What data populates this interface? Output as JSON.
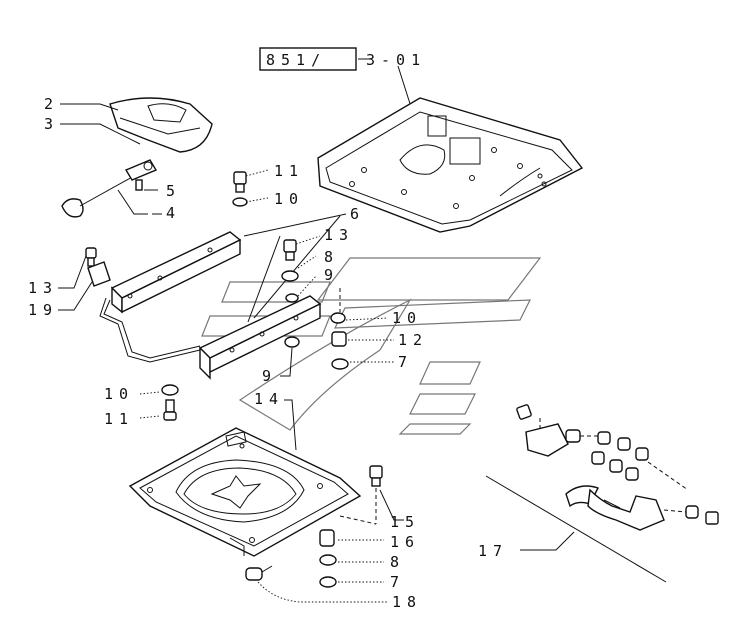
{
  "ref_box": "851/",
  "ref_suffix": "3-01",
  "labels": {
    "l2": "2",
    "l3": "3",
    "l4": "4",
    "l5": "5",
    "l6": "6",
    "l7a": "7",
    "l7b": "7",
    "l8a": "8",
    "l8b": "8",
    "l9a": "9",
    "l9b": "9",
    "l10a": "10",
    "l10b": "10",
    "l10c": "10",
    "l11a": "11",
    "l11b": "11",
    "l12": "12",
    "l13a": "13",
    "l13b": "13",
    "l14": "14",
    "l15": "15",
    "l16": "16",
    "l17": "17",
    "l18": "18",
    "l19": "19"
  }
}
